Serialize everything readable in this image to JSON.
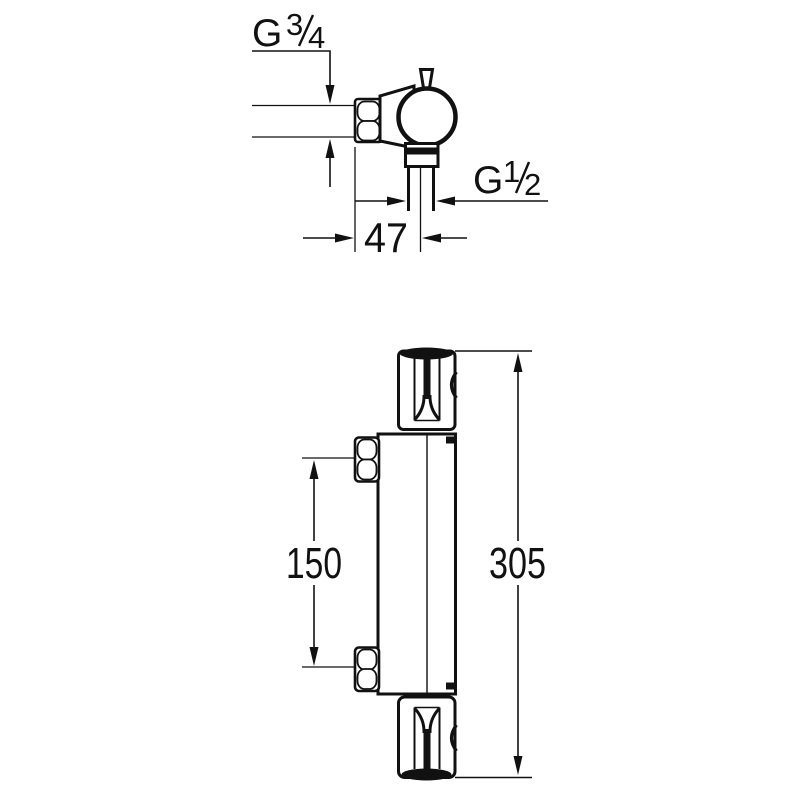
{
  "document": {
    "type": "technical-dimension-drawing",
    "subject": "thermostatic shower mixer",
    "colors": {
      "ink": "#111111",
      "paper": "#ffffff"
    }
  },
  "side_view": {
    "top_thread": {
      "prefix": "G",
      "numerator": "3",
      "denominator": "4"
    },
    "outlet_thread": {
      "prefix": "G",
      "numerator": "1",
      "denominator": "2"
    },
    "offset_dimension": {
      "value": "47"
    }
  },
  "front_view": {
    "inlet_spacing_dimension": {
      "value": "150"
    },
    "height_dimension": {
      "value": "305"
    }
  }
}
